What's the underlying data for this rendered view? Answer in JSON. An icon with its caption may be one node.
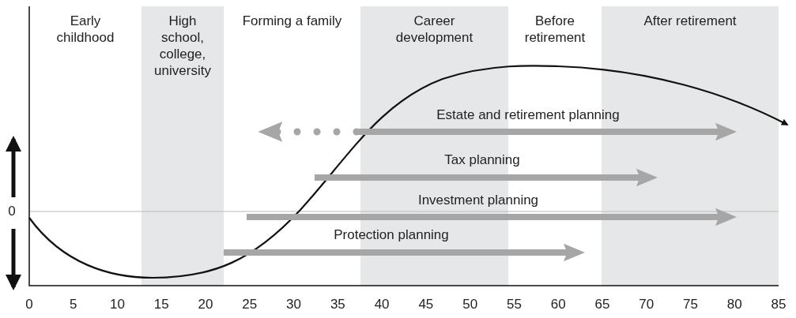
{
  "diagram": {
    "labels": [
      "Early childhood",
      "High school, college, university",
      "Forming a family",
      "Career development",
      "Before retirement",
      "After retirement",
      "Estate and retirement planning",
      "Tax planning",
      "0",
      "Investment planning",
      "Protection planning",
      "0",
      "5",
      "10",
      "15",
      "20",
      "25",
      "30",
      "35",
      "40",
      "45",
      "50",
      "55",
      "60",
      "65",
      "70",
      "75",
      "80",
      "85"
    ]
  }
}
